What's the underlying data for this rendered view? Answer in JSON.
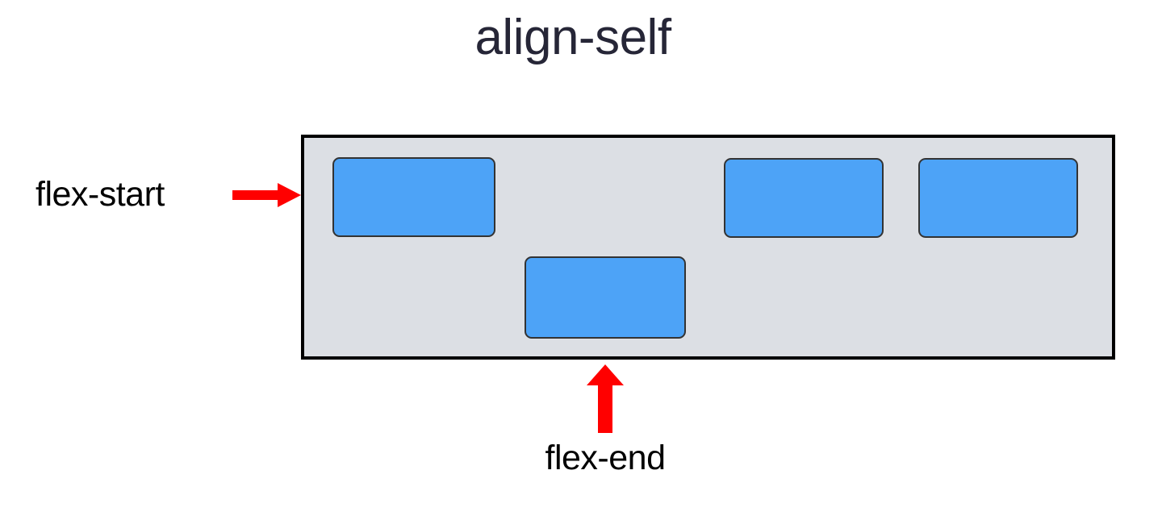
{
  "title": "align-self",
  "colors": {
    "background": "#ffffff",
    "title_text": "#262637",
    "container_fill": "#dcdfe4",
    "container_border": "#000000",
    "item_fill": "#4da3f7",
    "item_border": "#333333",
    "arrow": "#ff0000",
    "label_text": "#000000"
  },
  "container": {
    "name": "flex-container",
    "items": [
      {
        "index": 1,
        "align_self": "flex-start",
        "icon": "blue-rounded-rectangle"
      },
      {
        "index": 2,
        "align_self": "flex-end",
        "icon": "blue-rounded-rectangle"
      },
      {
        "index": 3,
        "align_self": "flex-start",
        "icon": "blue-rounded-rectangle"
      },
      {
        "index": 4,
        "align_self": "flex-start",
        "icon": "blue-rounded-rectangle"
      }
    ]
  },
  "annotations": [
    {
      "label": "flex-start",
      "arrow": "arrow-right-icon",
      "points_to": "flex-item-1"
    },
    {
      "label": "flex-end",
      "arrow": "arrow-up-icon",
      "points_to": "flex-item-2"
    }
  ]
}
